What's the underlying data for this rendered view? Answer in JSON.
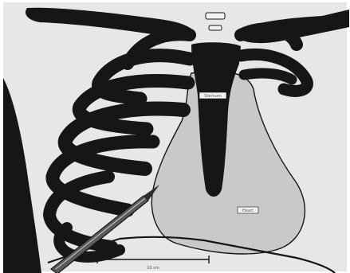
{
  "figure": {
    "colors": {
      "background": "#ffffff",
      "plate": "#e7e7e7",
      "ink": "#161616",
      "heart_fill": "#c9c9c9",
      "label_box": "#f2f2f2"
    },
    "labels": {
      "sternum_label": "Sternum",
      "heart_label": "Heart",
      "scale_label": "10 cm"
    },
    "icons": [
      "needle-icon",
      "scale-bar-icon"
    ]
  }
}
